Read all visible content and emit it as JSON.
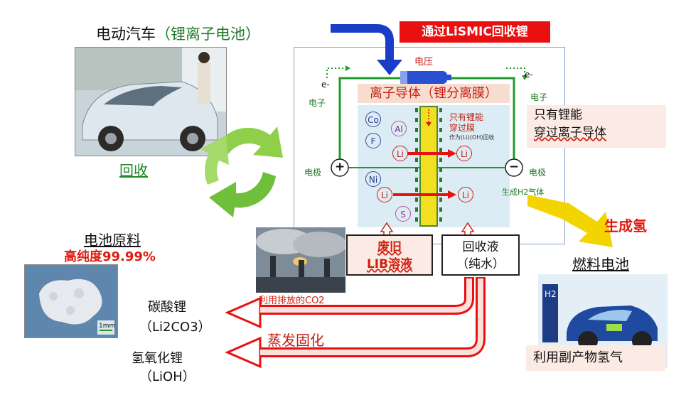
{
  "car_section": {
    "title_main": "电动汽车",
    "title_sub": "（锂离子电池）",
    "recycle_label": "回收"
  },
  "banner": {
    "text": "通过LiSMIC回收锂"
  },
  "cell": {
    "voltage_label": "电压",
    "electron_left_symbol": "e-",
    "electron_right_symbol": "e-",
    "electron_left_label": "电子",
    "electron_right_label": "电子",
    "electrode_left_label": "电极",
    "electrode_right_label": "电极",
    "plus_symbol": "+",
    "minus_symbol": "−",
    "h2_gas_label": "生成H2气体",
    "ion_conductor_title": "离子导体（锂分离膜）",
    "membrane_note": "只有锂能\n穿过膜",
    "membrane_small_note": "作为(Li)(OH)回收",
    "ions_left": [
      "Co",
      "F",
      "Al",
      "Li",
      "Ni",
      "Li",
      "S"
    ],
    "ions_right": [
      "Li",
      "Li"
    ]
  },
  "only_li_box": {
    "line1": "只有锂能",
    "line2": "穿过离子导体"
  },
  "generate_h2": "生成氢",
  "fuel_cell": {
    "title": "燃料电池",
    "caption": "利用副产物氢气",
    "sign": "H2"
  },
  "waste_box": {
    "line1": "废旧",
    "line2": "LIB溶液"
  },
  "recovery_box": {
    "line1": "回收液",
    "line2": "（纯水）"
  },
  "co2_label": "利用排放的CO2",
  "materials": {
    "title": "电池原料",
    "purity": "高纯度99.99%",
    "scale": "1mm"
  },
  "products": {
    "li2co3_name": "碳酸锂",
    "li2co3_formula": "（Li2CO3）",
    "lioh_name": "氢氧化锂",
    "lioh_formula": "（LiOH）"
  },
  "evaporation_label": "蒸发固化"
}
